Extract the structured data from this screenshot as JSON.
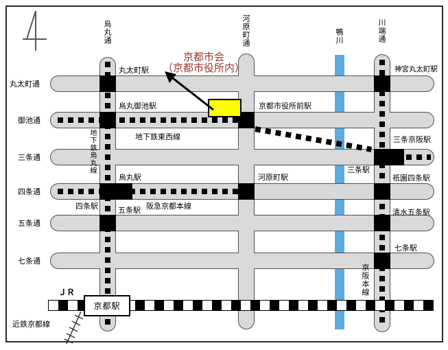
{
  "destination": {
    "line1": "京都市会",
    "line2": "（京都市役所内）"
  },
  "streets": {
    "marutamachi": "丸太町通",
    "oike": "御池通",
    "sanjo": "三条通",
    "shijo": "四条通",
    "gojo": "五条通",
    "shichijo": "七条通",
    "karasuma": "烏丸通",
    "kawaramachi": "河原町通",
    "kawabata": "川端通"
  },
  "river": {
    "kamogawa": "鴨川"
  },
  "lines": {
    "karasuma_subway": "地下鉄烏丸線",
    "tozai_subway": "地下鉄東西線",
    "hankyu": "阪急京都本線",
    "keihan": "京阪本線",
    "jr": "ＪＲ",
    "kintetsu": "近鉄京都線"
  },
  "stations": {
    "marutamachi": "丸太町駅",
    "karasuma_oike": "烏丸御池駅",
    "shiyakusho_mae": "京都市役所前駅",
    "jingu_marutamachi": "神宮丸太町駅",
    "sanjo_keihan": "三条京阪駅",
    "sanjo": "三条駅",
    "karasuma": "烏丸駅",
    "shijo": "四条駅",
    "kawaramachi": "河原町駅",
    "gion_shijo": "祇園四条駅",
    "gojo": "五条駅",
    "kiyomizu_gojo": "清水五条駅",
    "shichijo": "七条駅",
    "kyoto": "京都駅"
  },
  "colors": {
    "road_fill": "#d9d9d9",
    "road_casing": "#4f4f4f",
    "river": "#5cabdf",
    "station_block": "#000000",
    "highlight_box": "#ffff00",
    "title_text": "#993333"
  }
}
